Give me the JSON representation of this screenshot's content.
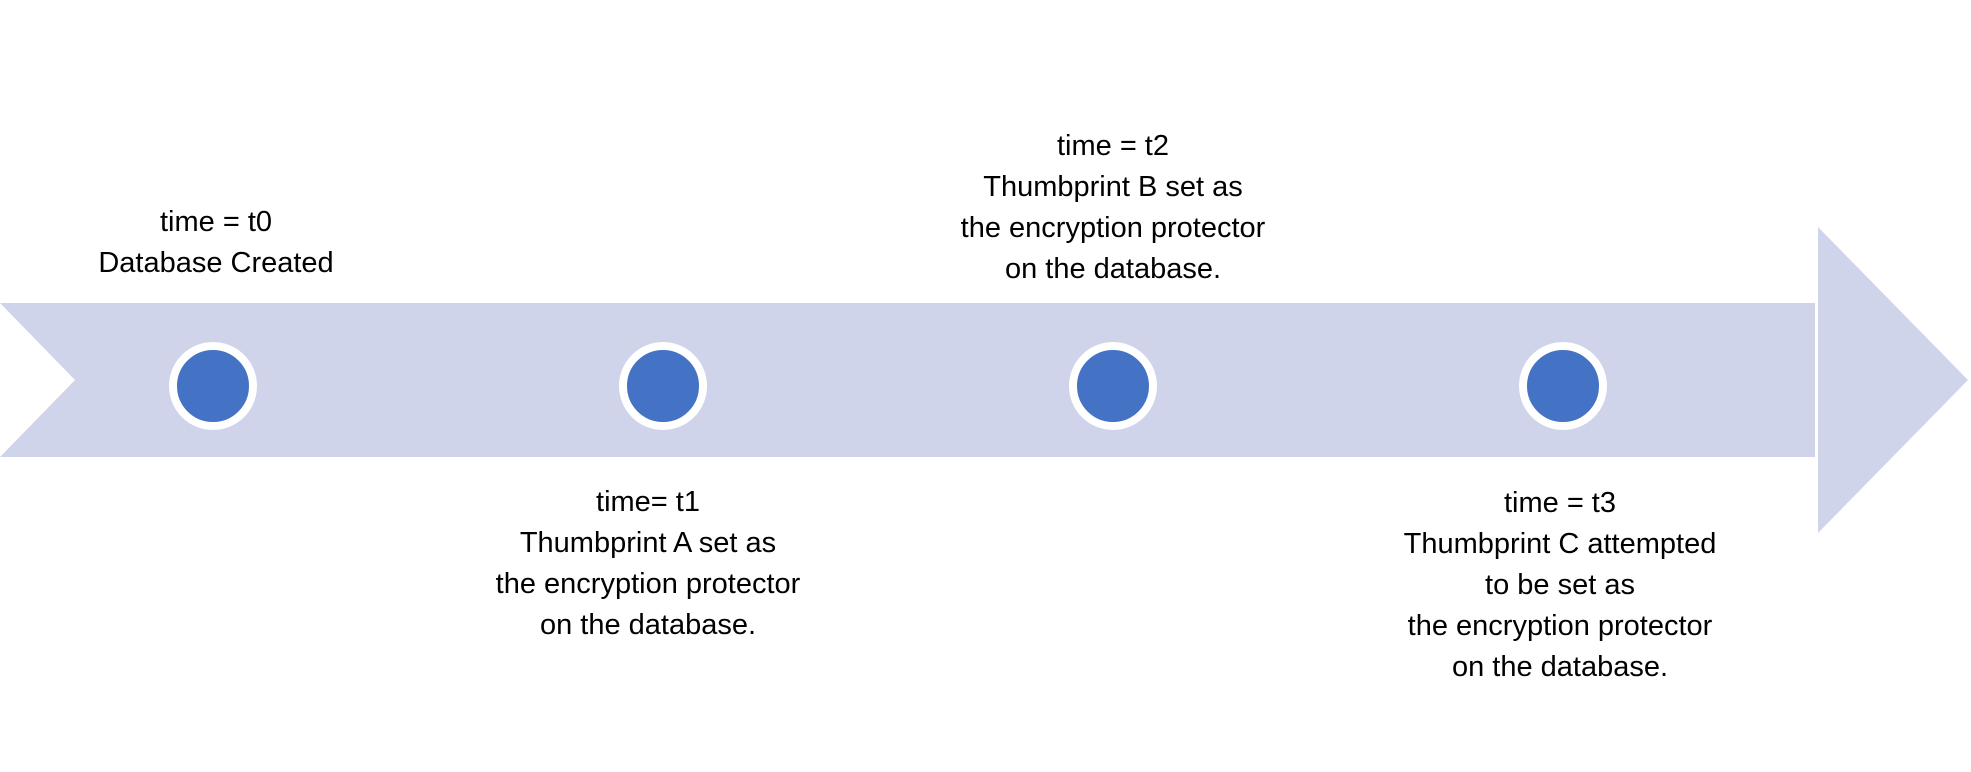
{
  "colors": {
    "background": "#FFFFFF",
    "arrow-fill": "#CFD4EA",
    "dot-fill": "#4472C4",
    "dot-ring": "#FFFFFF",
    "text": "#000000"
  },
  "timeline": {
    "type": "horizontal-arrow-timeline",
    "direction": "right",
    "events": [
      {
        "id": "t0",
        "label_position": "above",
        "lines": [
          "time = t0",
          "Database Created"
        ]
      },
      {
        "id": "t1",
        "label_position": "below",
        "lines": [
          "time= t1",
          "Thumbprint A set as",
          "the encryption protector",
          "on the database."
        ]
      },
      {
        "id": "t2",
        "label_position": "above",
        "lines": [
          "time = t2",
          "Thumbprint B set as",
          "the encryption protector",
          "on the database."
        ]
      },
      {
        "id": "t3",
        "label_position": "below",
        "lines": [
          "time = t3",
          "Thumbprint C attempted",
          "to be set as",
          "the encryption protector",
          "on the database."
        ]
      }
    ]
  }
}
